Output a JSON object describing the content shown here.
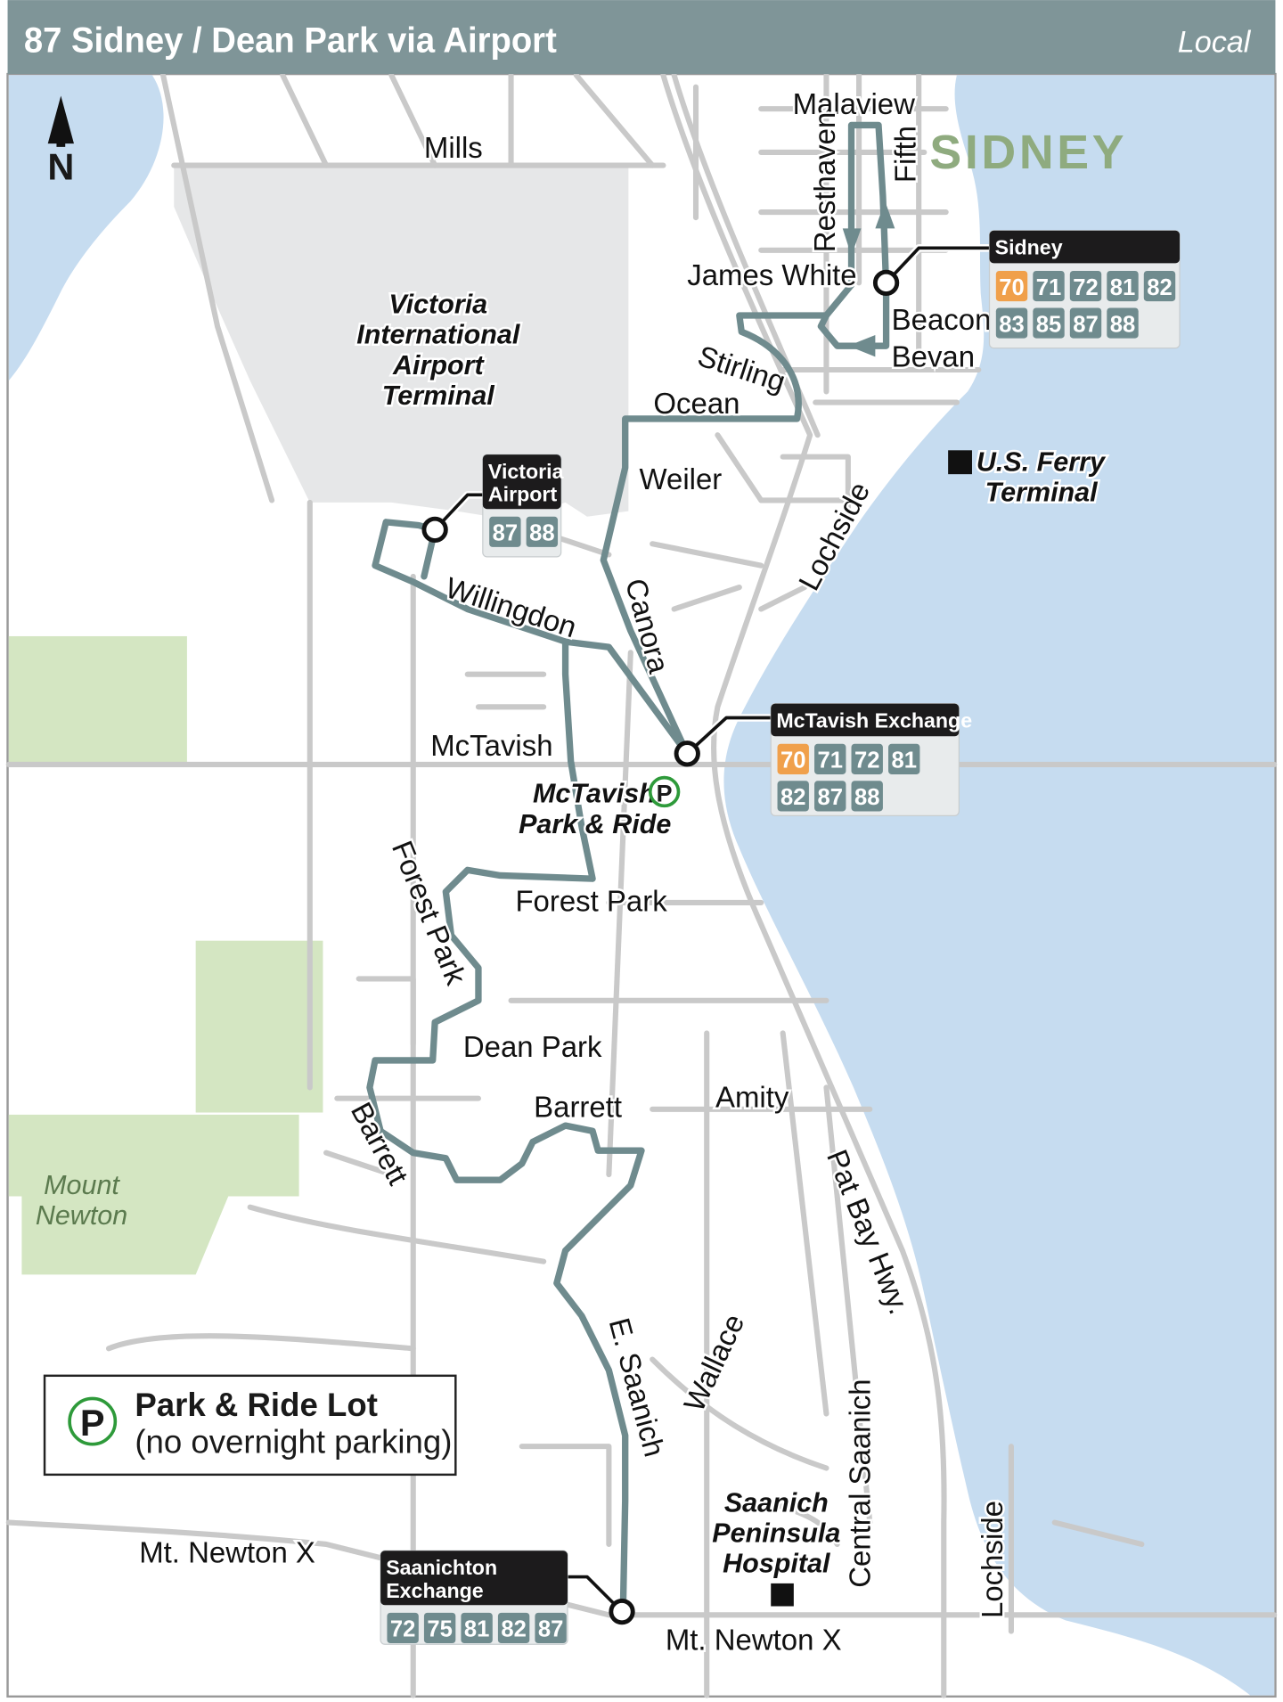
{
  "header": {
    "title": "87 Sidney / Dean Park via Airport",
    "service_type": "Local"
  },
  "north_label": "N",
  "town_label": "SIDNEY",
  "streets": {
    "malaview": "Malaview",
    "mills": "Mills",
    "resthaven": "Resthaven",
    "fifth": "Fifth",
    "james_white": "James White",
    "beacon": "Beacon",
    "bevan": "Bevan",
    "stirling": "Stirling",
    "ocean": "Ocean",
    "weiler": "Weiler",
    "lochside_n": "Lochside",
    "willingdon": "Willingdon",
    "canora": "Canora",
    "mctavish": "McTavish",
    "forest_park_h": "Forest Park",
    "forest_park_v": "Forest Park",
    "dean_park": "Dean Park",
    "barrett_h": "Barrett",
    "barrett_v": "Barrett",
    "amity": "Amity",
    "pat_bay": "Pat Bay Hwy.",
    "e_saanich": "E. Saanich",
    "wallace": "Wallace",
    "central_saanich": "Central Saanich",
    "lochside_s": "Lochside",
    "mt_newton_w": "Mt. Newton X",
    "mt_newton_e": "Mt. Newton X"
  },
  "places": {
    "airport_terminal": [
      "Victoria",
      "International",
      "Airport",
      "Terminal"
    ],
    "ferry": [
      "U.S. Ferry",
      "Terminal"
    ],
    "mctavish_pr": [
      "McTavish",
      "Park & Ride"
    ],
    "mount_newton": [
      "Mount",
      "Newton"
    ],
    "hospital": [
      "Saanich",
      "Peninsula",
      "Hospital"
    ]
  },
  "stops": {
    "sidney": {
      "name": [
        "Sidney"
      ],
      "routes": [
        [
          "70",
          "71",
          "72",
          "81",
          "82"
        ],
        [
          "83",
          "85",
          "87",
          "88"
        ]
      ]
    },
    "airport": {
      "name": [
        "Victoria",
        "Airport"
      ],
      "routes": [
        [
          "87",
          "88"
        ]
      ]
    },
    "mctavish": {
      "name": [
        "McTavish Exchange"
      ],
      "routes": [
        [
          "70",
          "71",
          "72",
          "81"
        ],
        [
          "82",
          "87",
          "88"
        ]
      ]
    },
    "saanichton": {
      "name": [
        "Saanichton",
        "Exchange"
      ],
      "routes": [
        [
          "72",
          "75",
          "81",
          "82",
          "87"
        ]
      ]
    }
  },
  "legend": {
    "symbol": "P",
    "title": "Park & Ride Lot",
    "note": "(no overnight parking)"
  },
  "colors": {
    "header": "#7f9598",
    "route": "#6f8b8e",
    "badge": "#6f8b8e",
    "badge_highlight": "#f0a04b",
    "water": "#c6dcf0",
    "park": "#d4e6c2",
    "airport": "#e6e7e8",
    "town": "#8fab7f",
    "park_ride": "#2e9a3a"
  },
  "highlight_route": "70"
}
